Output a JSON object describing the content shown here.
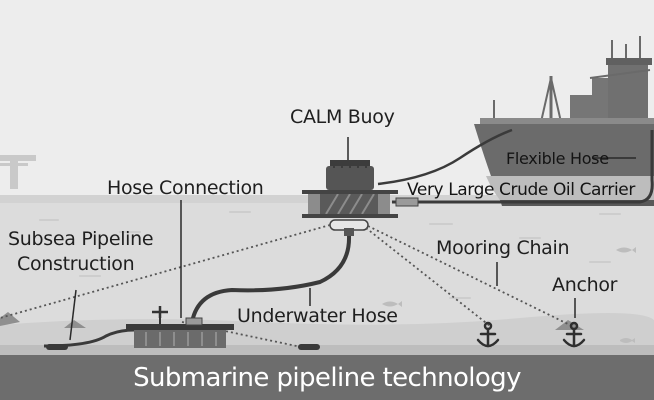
{
  "labels": {
    "calm_buoy": "CALM Buoy",
    "hose_connection": "Hose Connection",
    "flexible_hose": "Flexible Hose",
    "crude_oil_carrier": "Very Large Crude Oil Carrier",
    "subsea_pipeline_line1": "Subsea Pipeline",
    "subsea_pipeline_line2": "Construction",
    "mooring_chain": "Mooring Chain",
    "anchor": "Anchor",
    "underwater_hose": "Underwater Hose"
  },
  "footer": {
    "title": "Submarine pipeline technology"
  },
  "colors": {
    "sky": "#ededed",
    "sea": "#dcdcdc",
    "seabed": "#cfcfcf",
    "ship_hull": "#6b6b6b",
    "footer_band": "#6d6d6d",
    "hose": "#3a3a3a"
  }
}
